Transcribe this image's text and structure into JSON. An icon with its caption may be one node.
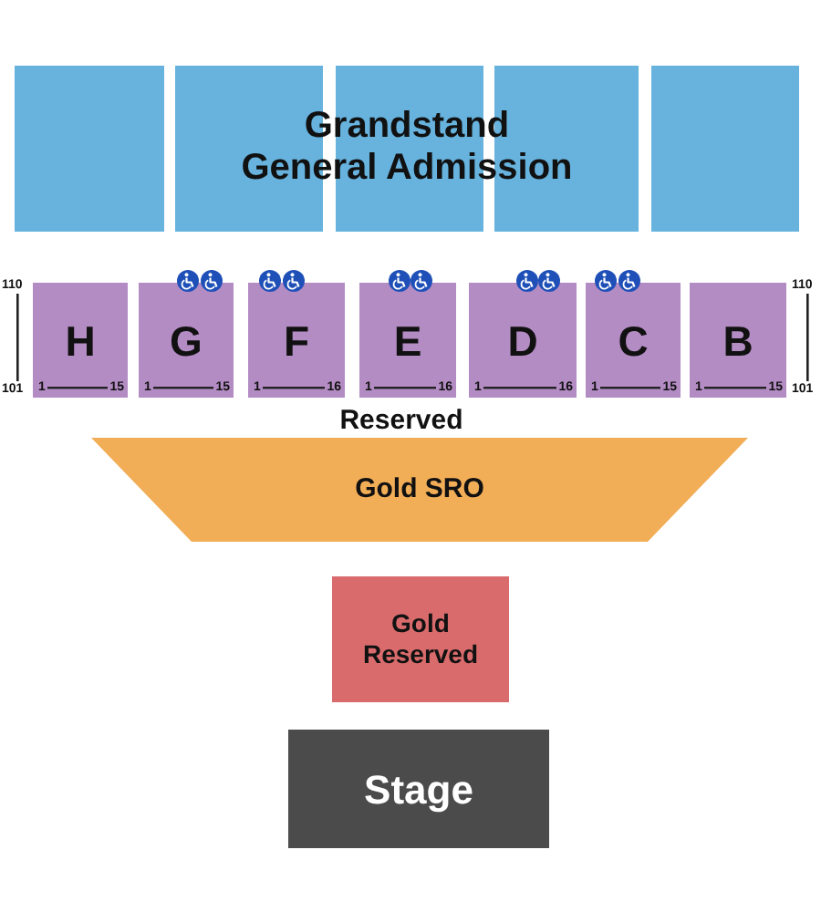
{
  "diagram": {
    "nodes": [
      {
        "text": [],
        "shape": "box"
      },
      {
        "text": [],
        "shape": "box"
      },
      {
        "text": [],
        "shape": "box"
      },
      {
        "text": [],
        "shape": "box"
      },
      {
        "text": [],
        "shape": "box"
      },
      {
        "text": [
          "H",
          "1",
          "15"
        ]
      },
      {
        "text": [
          "G",
          "1",
          "15"
        ]
      },
      {
        "text": [
          "F",
          "1",
          "16"
        ]
      },
      {
        "text": [
          "E",
          "1",
          "16"
        ]
      },
      {
        "text": [
          "D",
          "1",
          "16"
        ]
      },
      {
        "text": [
          "C",
          "1",
          "15"
        ]
      },
      {
        "text": [
          "B",
          "1",
          "15"
        ]
      },
      {
        "text": [
          "Gold SRO"
        ]
      },
      {
        "text": [
          "Gold Reserved"
        ]
      },
      {
        "text": [
          "Stage"
        ]
      }
    ],
    "labels": [
      "Grandstand General Admission",
      "110",
      "110",
      "101",
      "101",
      "Reserved"
    ]
  }
}
